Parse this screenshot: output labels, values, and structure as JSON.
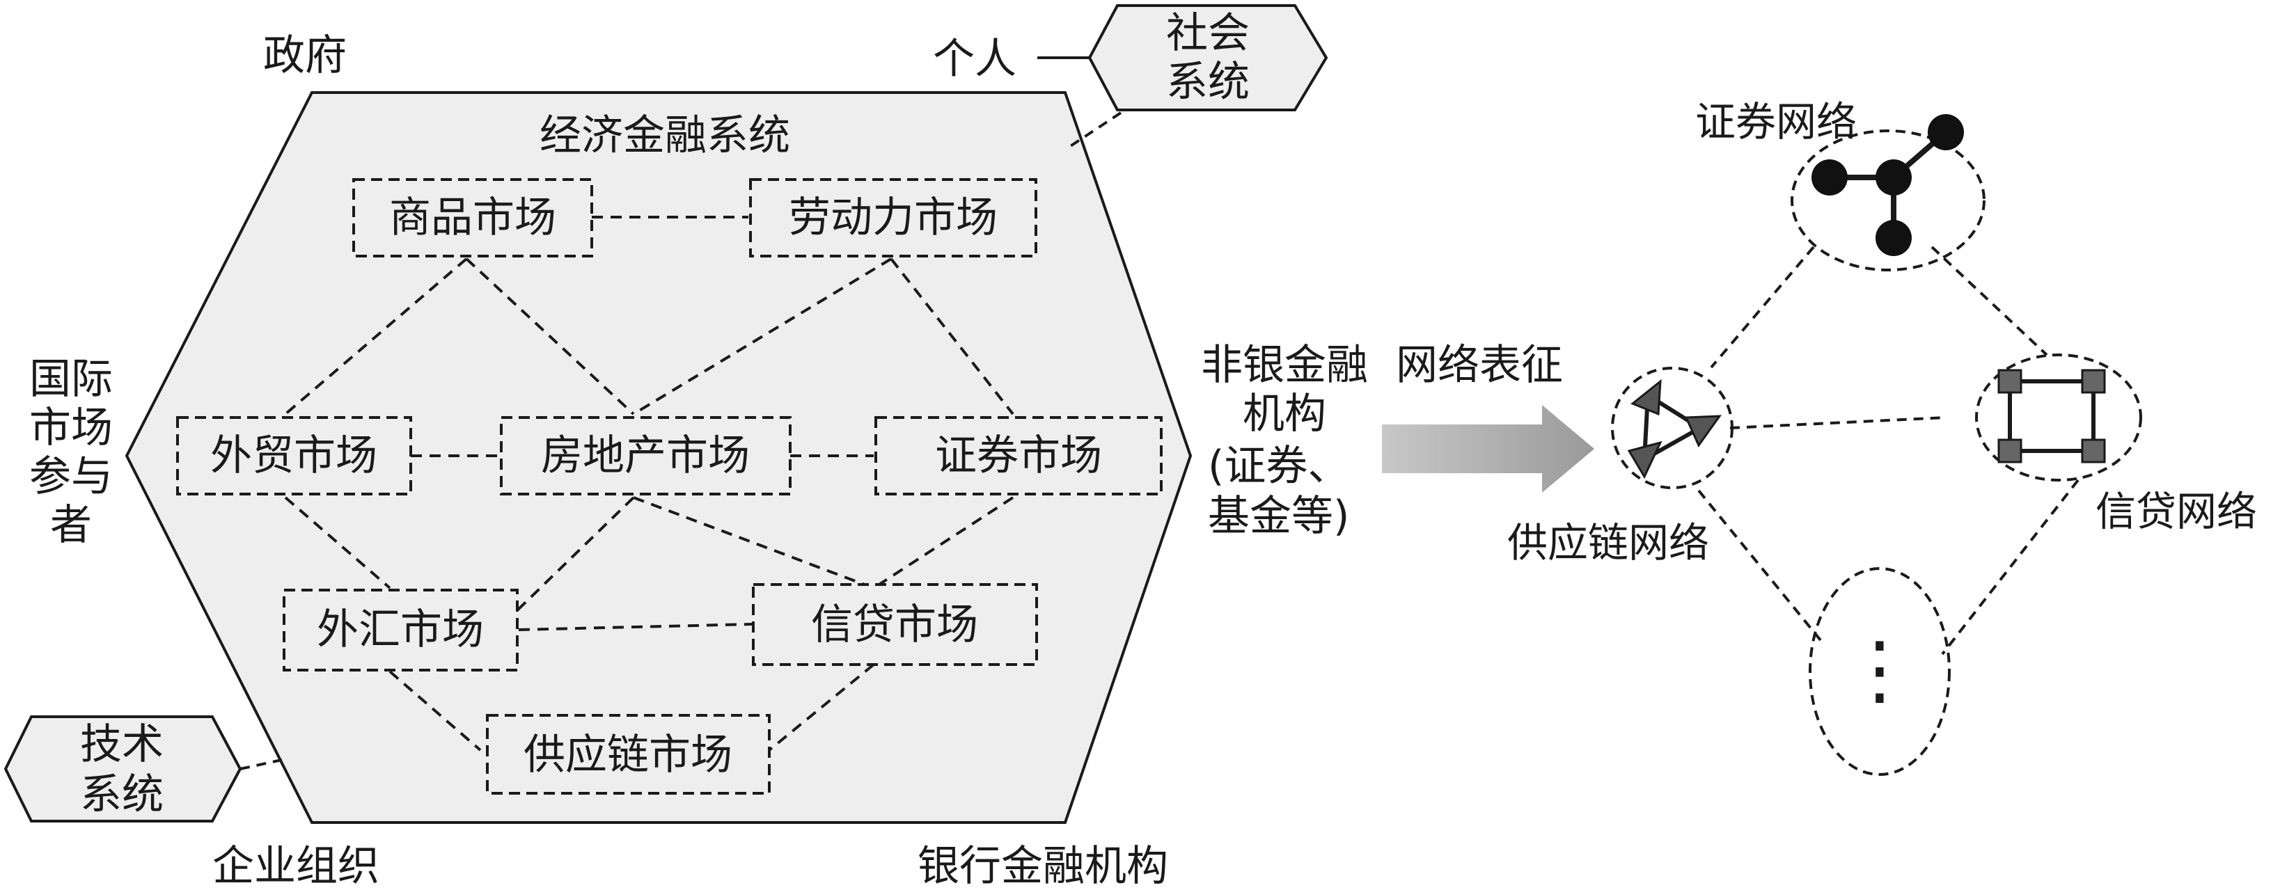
{
  "system": {
    "title": "经济金融系统",
    "markets": {
      "goods": "商品市场",
      "labor": "劳动力市场",
      "trade": "外贸市场",
      "realestate": "房地产市场",
      "securities": "证券市场",
      "forex": "外汇市场",
      "credit": "信贷市场",
      "supply": "供应链市场"
    }
  },
  "outside": {
    "government": "政府",
    "individual": "个人",
    "social_line1": "社会",
    "social_line2": "系统",
    "intl_line1": "国际",
    "intl_line2": "市场",
    "intl_line3": "参与",
    "intl_line4": "者",
    "nonbank_line1": "非银金融",
    "nonbank_line2": "机构",
    "nonbank_line3": "(证券、",
    "nonbank_line4": "基金等)",
    "tech_line1": "技术",
    "tech_line2": "系统",
    "enterprise": "企业组织",
    "bank": "银行金融机构"
  },
  "arrow_label": "网络表征",
  "networks": {
    "securities": "证券网络",
    "supply": "供应链网络",
    "credit": "信贷网络",
    "ellipsis": "⋮"
  },
  "colors": {
    "hexagon_fill": "#eeeeee",
    "stroke": "#1a1a1a",
    "arrow_fill": "#b0b0b0"
  }
}
